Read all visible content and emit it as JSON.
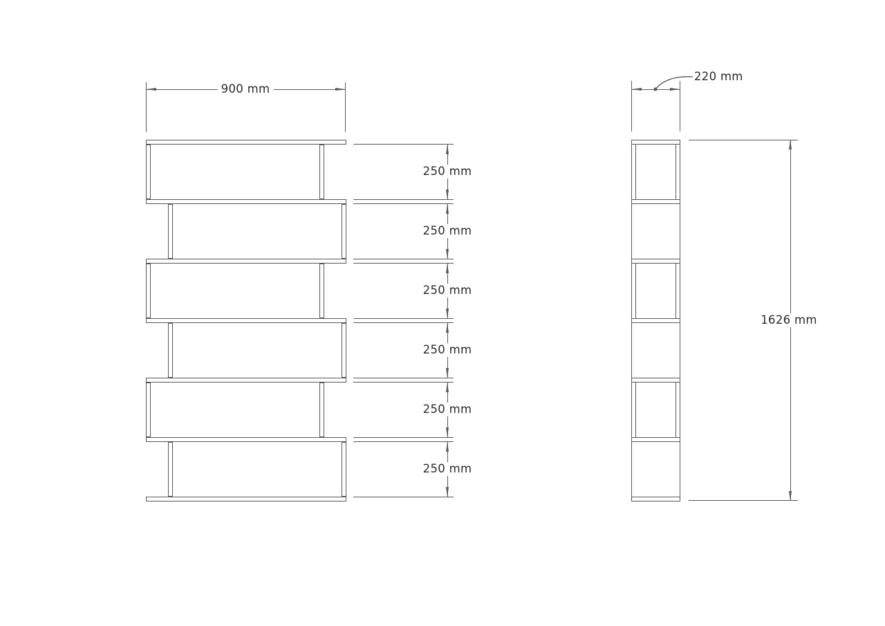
{
  "drawing": {
    "type": "technical-dimension-drawing",
    "front_view": {
      "width_dim": "900 mm",
      "shelf_spacing_dims": [
        "250 mm",
        "250 mm",
        "250 mm",
        "250 mm",
        "250 mm",
        "250 mm"
      ]
    },
    "side_view": {
      "depth_dim": "220 mm",
      "height_dim": "1626 mm"
    },
    "colors": {
      "line": "#55565a",
      "text": "#2a2a2c",
      "background": "#ffffff"
    }
  }
}
